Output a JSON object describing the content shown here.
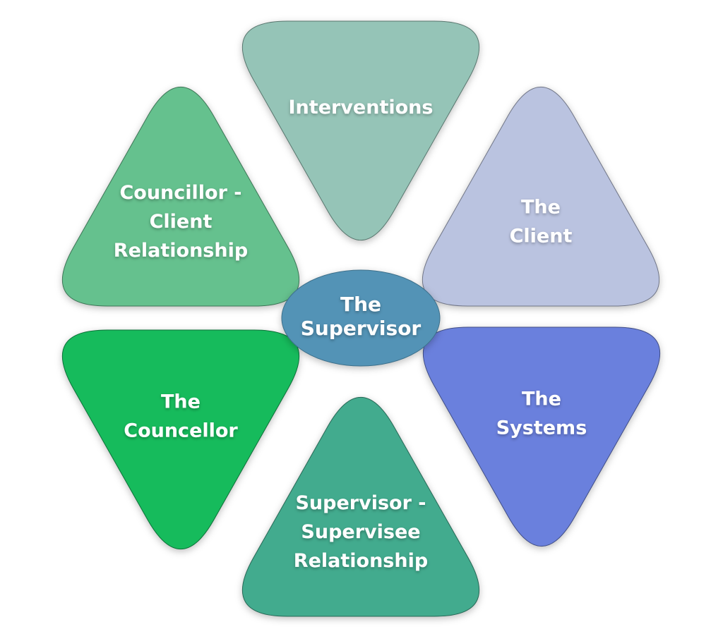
{
  "diagram": {
    "center": {
      "lines": [
        "The",
        "Supervisor"
      ],
      "color": "#5393b6"
    },
    "nodes": [
      {
        "id": "interventions",
        "lines": [
          "Interventions"
        ],
        "color": "#95c4b7",
        "pointing": "down",
        "text_color": "#ffffff"
      },
      {
        "id": "the-client",
        "lines": [
          "The",
          "Client"
        ],
        "color": "#bac3e0",
        "pointing": "up",
        "text_color": "#ffffff"
      },
      {
        "id": "the-systems",
        "lines": [
          "The",
          "Systems"
        ],
        "color": "#6a80dd",
        "pointing": "down",
        "text_color": "#ffffff"
      },
      {
        "id": "supervisor-supervisee-relationship",
        "lines": [
          "Supervisor -",
          "Supervisee",
          "Relationship"
        ],
        "color": "#42ab8e",
        "pointing": "up",
        "text_color": "#ffffff"
      },
      {
        "id": "the-councellor",
        "lines": [
          "The",
          "Councellor"
        ],
        "color": "#14bb5c",
        "pointing": "down",
        "text_color": "#ffffff"
      },
      {
        "id": "councillor-client-relationship",
        "lines": [
          "Councillor -",
          "Client",
          "Relationship"
        ],
        "color": "#65c18e",
        "pointing": "up",
        "text_color": "#ffffff"
      }
    ]
  }
}
